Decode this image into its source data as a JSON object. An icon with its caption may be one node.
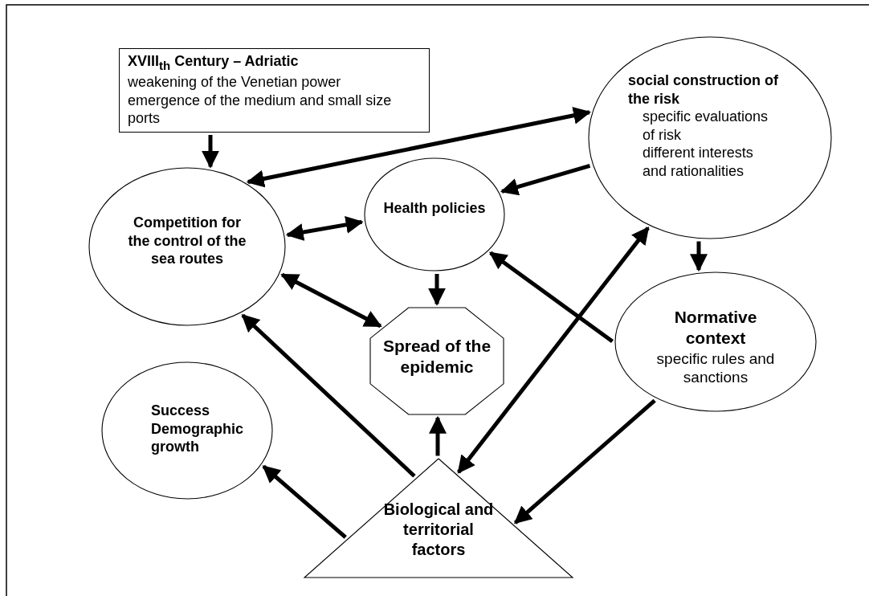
{
  "diagram": {
    "nodes": [
      {
        "text": [
          "XVIII$_{th}$ Century – Adriatic",
          "weakening of the Venetian power",
          "emergence of the medium and small size ports"
        ]
      },
      {
        "text": [
          "social construction of the risk",
          "specific evaluations of risk",
          "different interests and rationalities"
        ]
      },
      {
        "text": [
          "Competition for the control of the sea routes"
        ]
      },
      {
        "text": [
          "Health policies"
        ]
      },
      {
        "text": [
          "Spread of the epidemic"
        ]
      },
      {
        "text": [
          "Normative context",
          "specific rules and sanctions"
        ]
      },
      {
        "text": [
          "Success Demographic growth"
        ]
      },
      {
        "text": [
          "Biological and territorial factors"
        ]
      }
    ],
    "edges": [
      {
        "from": 0,
        "to": 2,
        "arrow": "to"
      },
      {
        "from": 2,
        "to": 1,
        "arrow": "both"
      },
      {
        "from": 1,
        "to": 3,
        "arrow": "to"
      },
      {
        "from": 2,
        "to": 3,
        "arrow": "both"
      },
      {
        "from": 2,
        "to": 4,
        "arrow": "both"
      },
      {
        "from": 3,
        "to": 4,
        "arrow": "to"
      },
      {
        "from": 1,
        "to": 5,
        "arrow": "to"
      },
      {
        "from": 5,
        "to": 3,
        "arrow": "to"
      },
      {
        "from": 7,
        "to": 1,
        "arrow": "both"
      },
      {
        "from": 7,
        "to": 2,
        "arrow": "to"
      },
      {
        "from": 7,
        "to": 4,
        "arrow": "to"
      },
      {
        "from": 7,
        "to": 6,
        "arrow": "to"
      },
      {
        "from": 5,
        "to": 7,
        "arrow": "to"
      }
    ]
  }
}
